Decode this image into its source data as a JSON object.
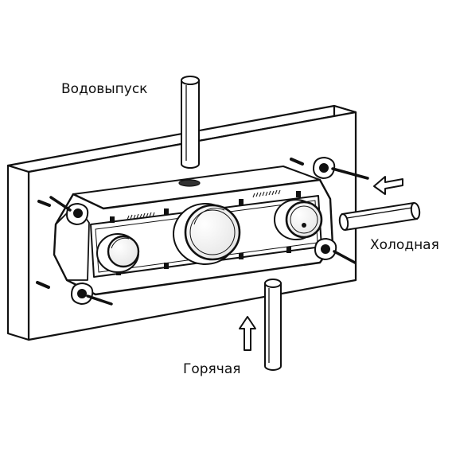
{
  "labels": {
    "outlet": "Водовыпуск",
    "cold": "Холодная",
    "hot": "Горячая"
  },
  "colors": {
    "line": "#111111",
    "background": "#ffffff",
    "hatch": "#222222"
  },
  "icons": {
    "arrow_cold": "arrow-left-outline-icon",
    "arrow_hot": "arrow-up-outline-icon"
  }
}
